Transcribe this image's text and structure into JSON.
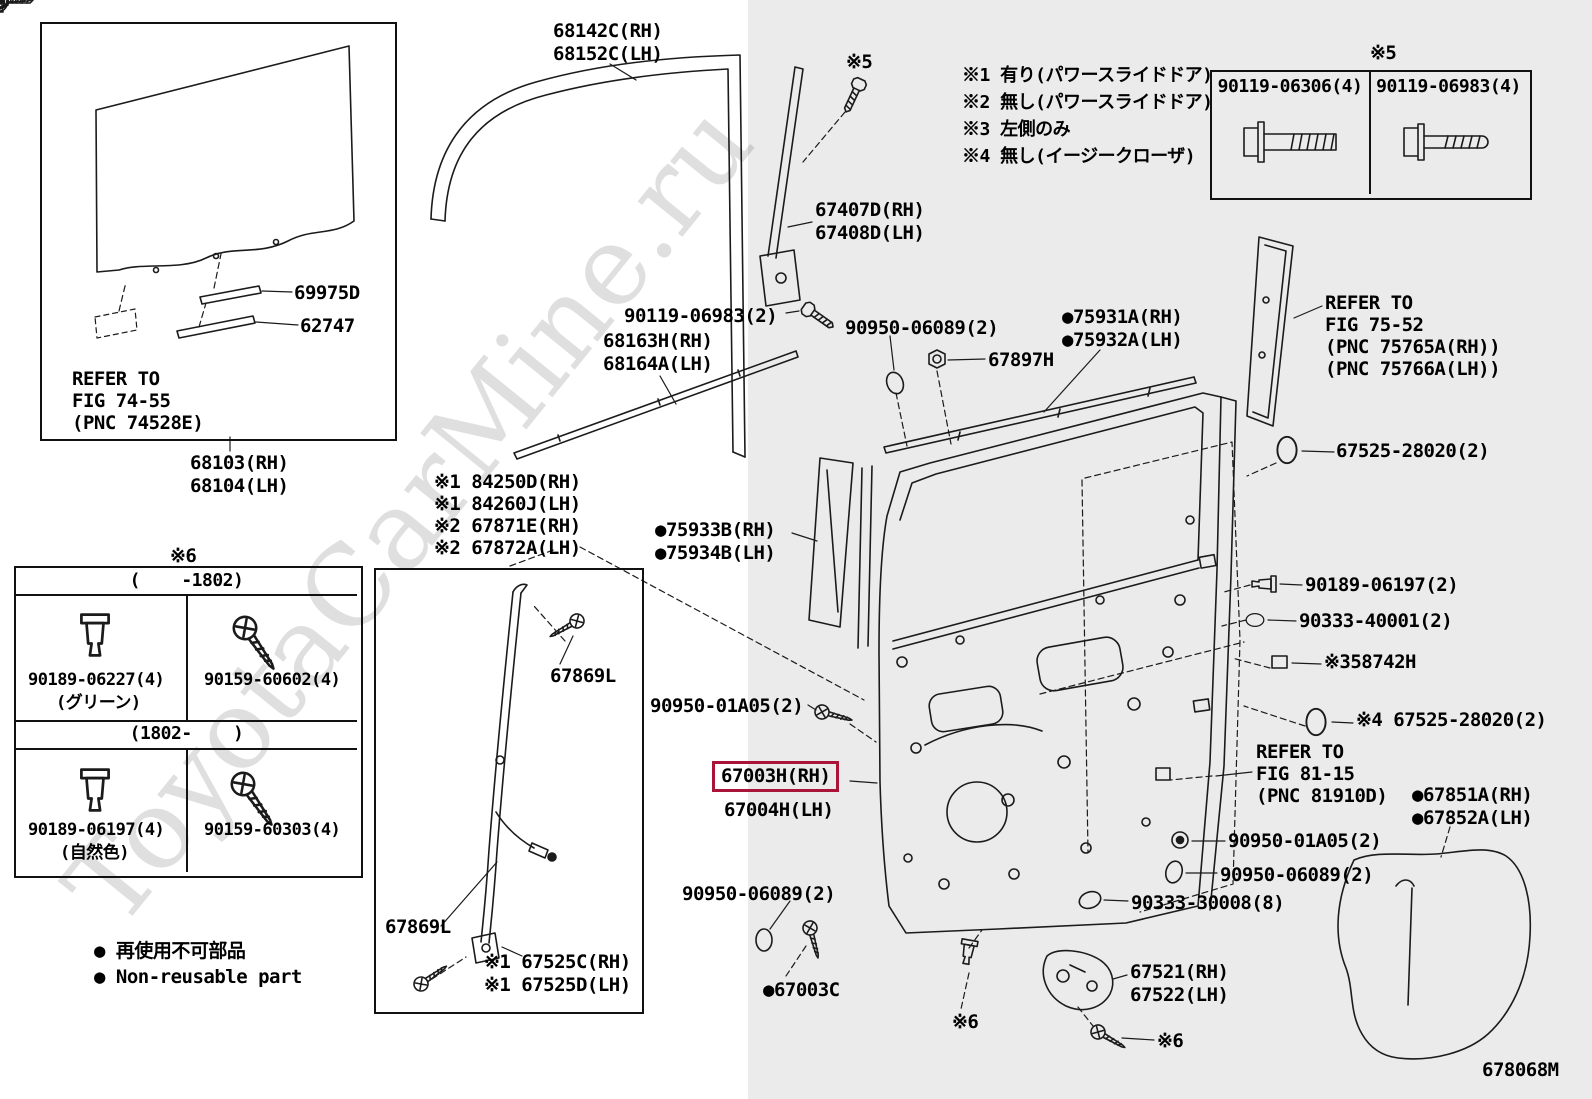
{
  "watermark": "ToyotaCarMine.ru",
  "diagram_code": "678068M",
  "legend": {
    "jp": "● 再使用不可部品",
    "en": "● Non-reusable part"
  },
  "notes": {
    "n1": "※1 有り(パワースライドドア)",
    "n2": "※2 無し(パワースライドドア)",
    "n3": "※3 左側のみ",
    "n4": "※4 無し(イージークローザ)"
  },
  "markers": {
    "star5_top": "※5",
    "star5_table": "※5",
    "star6_table": "※6",
    "star6_clip": "※6",
    "star6_screw": "※6"
  },
  "fastener_table": {
    "col1": "90119-06306(4)",
    "col2": "90119-06983(4)"
  },
  "clip_table": {
    "period1": "(    -1802)",
    "r1c1": "90189-06227(4)",
    "r1c1_sub": "(グリーン)",
    "r1c2": "90159-60602(4)",
    "period2": "(1802-    )",
    "r2c1": "90189-06197(4)",
    "r2c1_sub": "(自然色)",
    "r2c2": "90159-60303(4)"
  },
  "labels": {
    "run_rh": "68142C(RH)",
    "run_lh": "68152C(LH)",
    "weatherstrip": "69975D",
    "film": "62747",
    "refer1_1": "REFER TO",
    "refer1_2": "FIG 74-55",
    "refer1_3": "(PNC 74528E)",
    "glass_rh": "68103(RH)",
    "glass_lh": "68104(LH)",
    "bolt_top": "90119-06983(2)",
    "belt_rh": "68163H(RH)",
    "belt_lh": "68164A(LH)",
    "division_rh": "67407D(RH)",
    "division_lh": "67408D(LH)",
    "nut_top": "90950-06089(2)",
    "grommet_67897h": "67897H",
    "molding_rh": "●75931A(RH)",
    "molding_lh": "●75932A(LH)",
    "refer2_1": "REFER TO",
    "refer2_2": "FIG 75-52",
    "refer2_3": "(PNC 75765A(RH))",
    "refer2_4": "(PNC 75766A(LH))",
    "pad_top": "67525-28020(2)",
    "cover_rh": "●75933B(RH)",
    "cover_lh": "●75934B(LH)",
    "runA": "※1 84250D(RH)",
    "runB": "※1 84260J(LH)",
    "runC": "※2 67871E(RH)",
    "runD": "※2 67872A(LH)",
    "clip_06197": "90189-06197(2)",
    "grommet_40001": "90333-40001(2)",
    "plate_58742h": "※358742H",
    "pad_star4": "※4 67525-28020(2)",
    "screw_01a05_l": "90950-01A05(2)",
    "main_rh": "67003H(RH)",
    "main_lh": "67004H(LH)",
    "refer3_1": "REFER TO",
    "refer3_2": "FIG 81-15",
    "refer3_3": "(PNC 81910D)",
    "screw_01a05_r": "90950-01A05(2)",
    "quarter_rh": "●67851A(RH)",
    "quarter_lh": "●67852A(LH)",
    "nut_right": "90950-06089(2)",
    "grommet_30008": "90333-30008(8)",
    "nut_bottom": "90950-06089(2)",
    "part_67003c": "●67003C",
    "check_rh": "67521(RH)",
    "check_lh": "67522(LH)",
    "channel_top": "67869L",
    "channel_bottom": "67869L",
    "runE": "※1 67525C(RH)",
    "runF": "※1 67525D(LH)"
  }
}
